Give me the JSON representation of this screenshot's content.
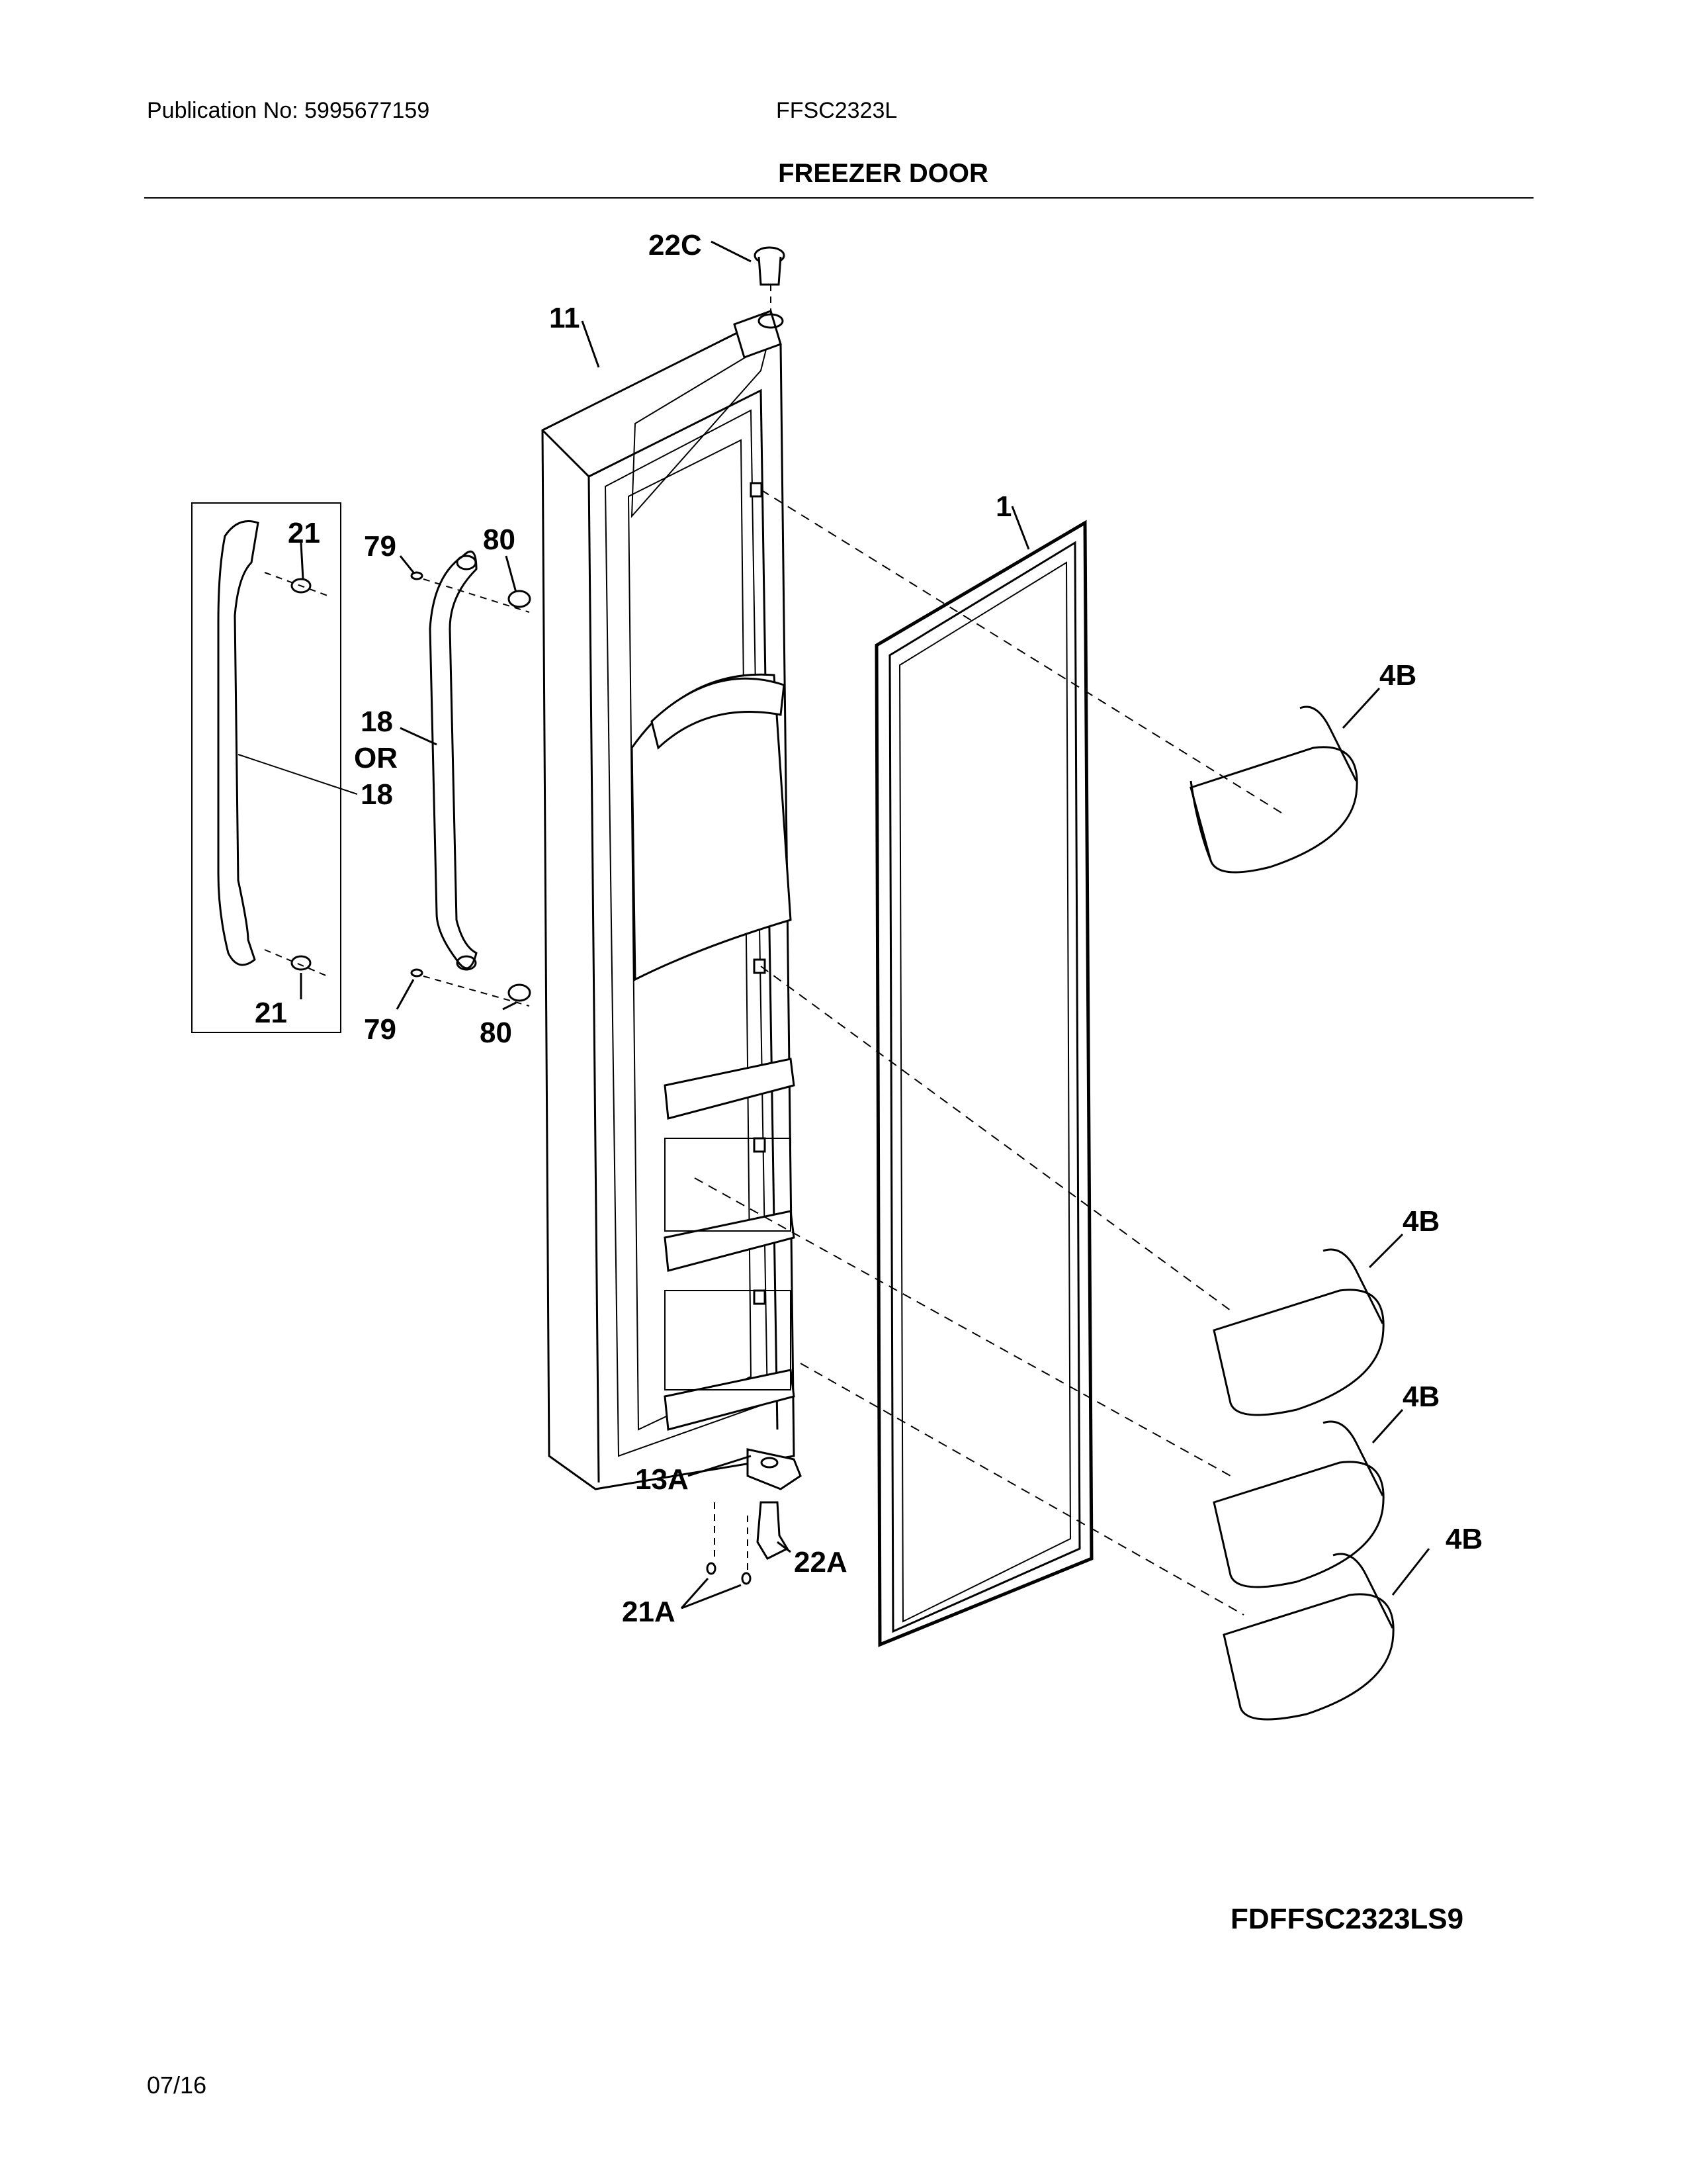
{
  "header": {
    "publication": "Publication No: 5995677159",
    "model": "FFSC2323L",
    "title": "FREEZER DOOR"
  },
  "callouts": {
    "c22C": "22C",
    "c11": "11",
    "c1": "1",
    "c21_top": "21",
    "c79_top": "79",
    "c80_top": "80",
    "c18_a": "18",
    "c_or": "OR",
    "c18_b": "18",
    "c21_bot": "21",
    "c79_bot": "79",
    "c80_bot": "80",
    "c4B_1": "4B",
    "c4B_2": "4B",
    "c4B_3": "4B",
    "c4B_4": "4B",
    "c13A": "13A",
    "c22A": "22A",
    "c21A": "21A"
  },
  "footer": {
    "diagram_code": "FDFFSC2323LS9",
    "date": "07/16"
  }
}
